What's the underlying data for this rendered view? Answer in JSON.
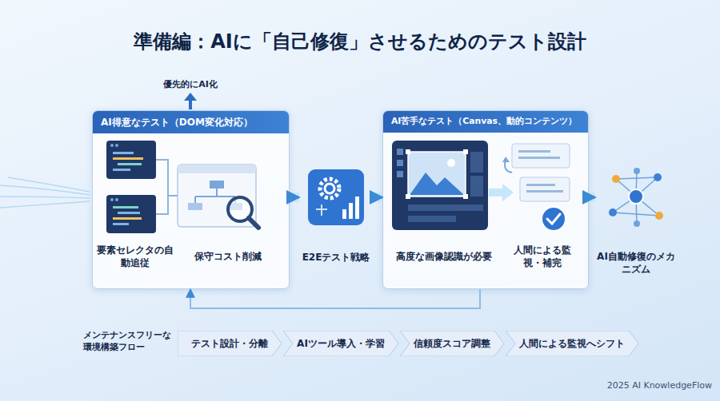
{
  "diagram": {
    "title": "準備編：AIに「自己修復」させるためのテスト設計",
    "nodes": [
      {
        "text": [
          "AI得意なテスト（DOM変化対応）"
        ]
      },
      {
        "text": [
          "要素セレクタの自動追従"
        ],
        "in": 0
      },
      {
        "text": [
          "保守コスト削減"
        ],
        "in": 0
      },
      {
        "text": [
          "E2Eテスト戦略"
        ]
      },
      {
        "text": [
          "AI苦手なテスト（Canvas、動的コンテンツ）"
        ]
      },
      {
        "text": [
          "高度な画像認識が必要"
        ],
        "in": 4
      },
      {
        "text": [
          "人間による監視・補完"
        ],
        "in": 4
      },
      {
        "text": [
          "AI自動修復のメカニズム"
        ]
      },
      {
        "text": [
          "テスト設計・分離"
        ]
      },
      {
        "text": [
          "AIツール導入・学習"
        ]
      },
      {
        "text": [
          "信頼度スコア調整"
        ]
      },
      {
        "text": [
          "人間による監視へシフト"
        ]
      }
    ],
    "edges": [
      {
        "from": 0,
        "to": 3,
        "arrow": "to"
      },
      {
        "from": 3,
        "to": 4,
        "arrow": "to"
      },
      {
        "from": 4,
        "to": 7,
        "arrow": "to"
      },
      {
        "from": 4,
        "to": 0,
        "arrow": "to"
      }
    ],
    "labels": [
      "優先的にAI化",
      "メンテナンスフリーな環境構築フロー",
      "2025 AI KnowledgeFlow"
    ]
  }
}
